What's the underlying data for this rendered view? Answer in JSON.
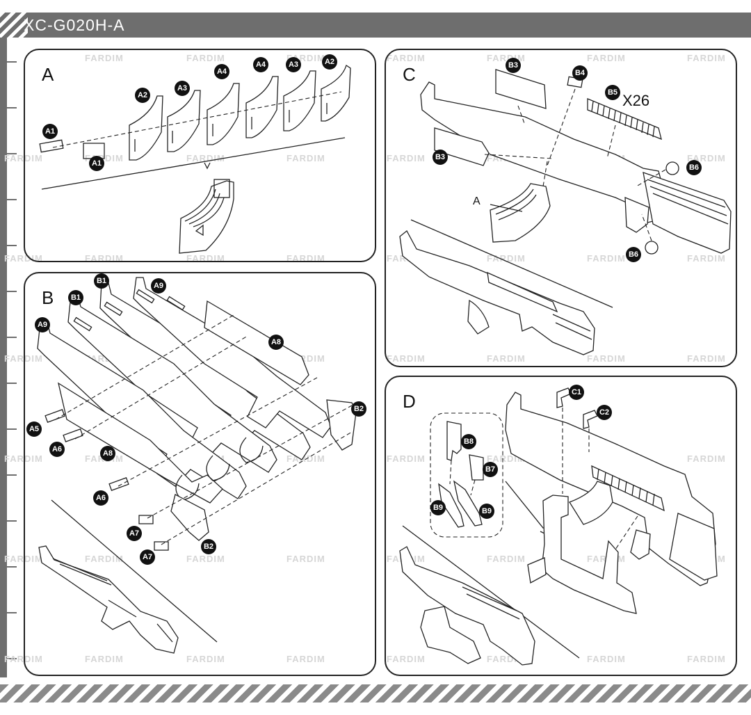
{
  "header": {
    "title": "XC-G020H-A"
  },
  "watermark": "FARDIM",
  "panels": {
    "a": {
      "letter": "A",
      "labels": {
        "a1_top": "A1",
        "a1_bottom": "A1",
        "a2_left": "A2",
        "a3_left": "A3",
        "a4_left": "A4",
        "a4_right": "A4",
        "a3_right": "A3",
        "a2_right": "A2"
      }
    },
    "b": {
      "letter": "B",
      "labels": {
        "b1_top": "B1",
        "a9_top": "A9",
        "b1_left": "B1",
        "a9_left": "A9",
        "a8_right": "A8",
        "b2_right": "B2",
        "a5": "A5",
        "a6_upper": "A6",
        "a8_mid": "A8",
        "a6_lower": "A6",
        "a7_upper": "A7",
        "a7_lower": "A7",
        "b2_bottom": "B2"
      }
    },
    "c": {
      "letter": "C",
      "labels": {
        "b3_top": "B3",
        "b4": "B4",
        "b5": "B5",
        "b3_left": "B3",
        "b6_right": "B6",
        "b6_bottom": "B6"
      },
      "quantity": "X26",
      "magazine_label": "A"
    },
    "d": {
      "letter": "D",
      "labels": {
        "c1": "C1",
        "c2": "C2",
        "b8": "B8",
        "b7": "B7",
        "b9_left": "B9",
        "b9_right": "B9"
      }
    }
  }
}
